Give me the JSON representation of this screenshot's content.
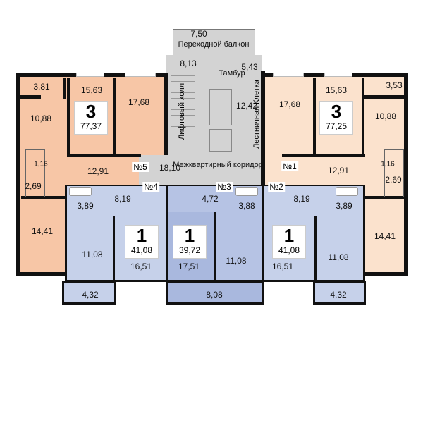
{
  "colors": {
    "apt_left": "#f7c6a6",
    "apt_right": "#fbe2cd",
    "apt_1room": "#c6d1ea",
    "apt_center_living": "#a9b8de",
    "apt_center_kitchen": "#b6c3e4",
    "common": "#d3d3d3",
    "wall": "#111111"
  },
  "common": {
    "transition_balcony": {
      "area": "7,50",
      "label": "Переходной балкон"
    },
    "lift_hall": {
      "area": "8,13",
      "label": "Лифтовый холл"
    },
    "vestibule": {
      "area": "5,43",
      "label": "Тамбур"
    },
    "stairwell": {
      "area": "12,42",
      "label": "Лестничная Клетка"
    },
    "corridor": {
      "area": "18,10",
      "label": "Межквартирный коридор"
    }
  },
  "apartments": [
    {
      "number": "№5",
      "rooms": "3",
      "total": "77,37",
      "areas": {
        "balcony": "3,81",
        "kitchen": "10,88",
        "bedroom1": "15,63",
        "bedroom2": "17,68",
        "hall": "12,91",
        "wc": "1,16",
        "bath": "2,69",
        "living": "14,41"
      }
    },
    {
      "number": "№4",
      "rooms": "1",
      "total": "41,08",
      "areas": {
        "bath": "3,89",
        "hall": "8,19",
        "kitchen": "11,08",
        "living": "16,51",
        "balcony": "4,32"
      }
    },
    {
      "number": "№3",
      "rooms": "1",
      "total": "39,72",
      "areas": {
        "hall": "4,72",
        "bath": "3,88",
        "living": "17,51",
        "kitchen": "11,08",
        "balcony": "8,08"
      }
    },
    {
      "number": "№2",
      "rooms": "1",
      "total": "41,08",
      "areas": {
        "hall": "8,19",
        "bath": "3,89",
        "living": "16,51",
        "kitchen": "11,08",
        "balcony": "4,32"
      }
    },
    {
      "number": "№1",
      "rooms": "3",
      "total": "77,25",
      "areas": {
        "bedroom2": "17,68",
        "bedroom1": "15,63",
        "balcony": "3,53",
        "kitchen": "10,88",
        "hall": "12,91",
        "wc": "1,16",
        "bath": "2,69",
        "living": "14,41"
      }
    }
  ]
}
